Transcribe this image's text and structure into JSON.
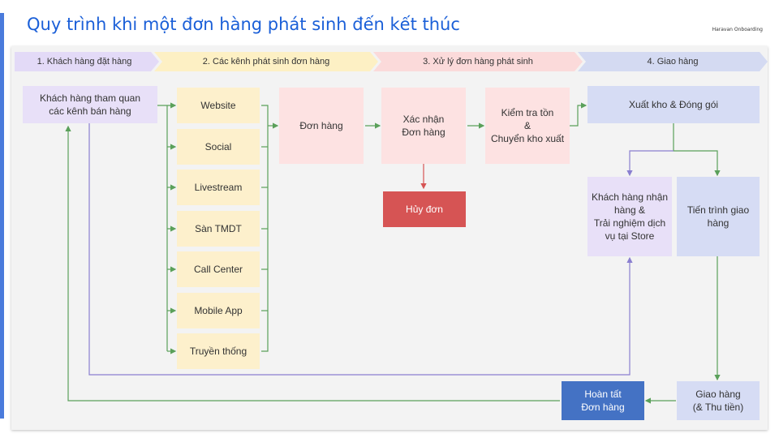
{
  "header": {
    "title": "Quy trình khi một đơn hàng phát sinh đến kết thúc",
    "brand": "Haravan Onboarding"
  },
  "stages": [
    {
      "label": "1. Khách hàng đặt hàng",
      "color": "#e3daf7"
    },
    {
      "label": "2. Các kênh phát sinh đơn hàng",
      "color": "#fdf0c4"
    },
    {
      "label": "3. Xử lý đơn hàng phát sinh",
      "color": "#fbdada"
    },
    {
      "label": "4. Giao hàng",
      "color": "#d4daf2"
    }
  ],
  "nodes": {
    "customer_visit": "Khách hàng tham quan\ncác kênh bán hàng",
    "channels": [
      "Website",
      "Social",
      "Livestream",
      "Sàn TMDT",
      "Call Center",
      "Mobile App",
      "Truyền thống"
    ],
    "order": "Đơn hàng",
    "confirm": "Xác nhận\nĐơn hàng",
    "check_stock": "Kiểm tra tồn\n&\nChuyển kho xuất",
    "cancel": "Hủy đơn",
    "export_pack": "Xuất kho & Đóng gói",
    "store_pickup": "Khách hàng nhận\nhàng &\nTrải nghiệm dịch\nvụ tại Store",
    "delivery_process": "Tiến trình giao\nhàng",
    "delivery": "Giao hàng\n(& Thu tiền)",
    "complete": "Hoàn tất\nĐơn hàng"
  },
  "colors": {
    "accent": "#1a5fd8",
    "line_green": "#5aa05a",
    "line_purple": "#8a7fd0",
    "line_red": "#d65454"
  }
}
